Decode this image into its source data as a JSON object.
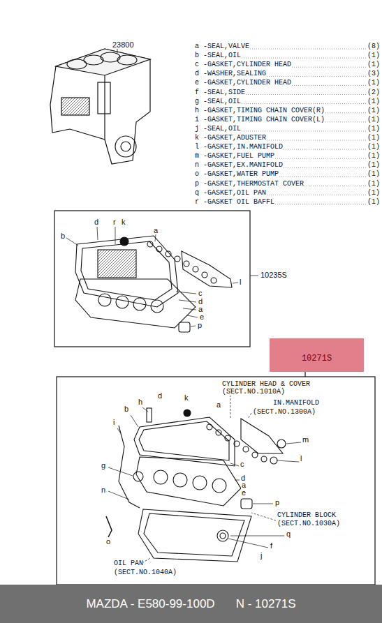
{
  "diagram": {
    "nodes": [
      {
        "text": [
          "10271S"
        ]
      },
      {
        "text": [
          "MAZDA - E580-99-100D",
          "N - 10271S"
        ]
      }
    ],
    "labels": [
      "23800",
      "a -SEAL,VALVE",
      "(8)",
      "b -SEAL,OIL",
      "(1)",
      "c -GASKET,CYLINDER HEAD",
      "(1)",
      "d -WASHER,SEALING",
      "(3)",
      "e -GASKET,CYLINDER HEAD",
      "(1)",
      "f -SEAL,SIDE",
      "(2)",
      "g -SEAL,OIL",
      "(1)",
      "h -GASKET,TIMING CHAIN COVER(R)",
      "(1)",
      "i -GASKET,TIMING CHAIN COVER(L)",
      "(1)",
      "j -SEAL,OIL",
      "(1)",
      "k -GASKET,ADUSTER",
      "(1)",
      "l -GASKET,IN.MANIFOLD",
      "(1)",
      "m -GASKET,FUEL PUMP",
      "(1)",
      "n -GASKET,EX.MANIFOLD",
      "(1)",
      "o -GASKET,WATER PUMP",
      "(1)",
      "p -GASKET,THERMOSTAT COVER",
      "(1)",
      "q -GASKET,OIL PAN",
      "(1)",
      "r -GASKET OIL BAFFL",
      "(1)",
      "d",
      "r",
      "k",
      "a",
      "b",
      "l",
      "c",
      "d",
      "a",
      "e",
      "p",
      "10235S",
      "h",
      "d",
      "k",
      "a",
      "b",
      "i",
      "g",
      "l",
      "m",
      "c",
      "d",
      "a",
      "e",
      "p",
      "n",
      "q",
      "f",
      "j",
      "o",
      "CYLINDER HEAD & COVER",
      "(SECT.NO.1010A)",
      "IN.MANIFOLD",
      "(SECT.NO.1300A)",
      "CYLINDER BLOCK",
      "(SECT.NO.1030A)",
      "OIL PAN",
      "(SECT.NO.1040A)"
    ]
  }
}
